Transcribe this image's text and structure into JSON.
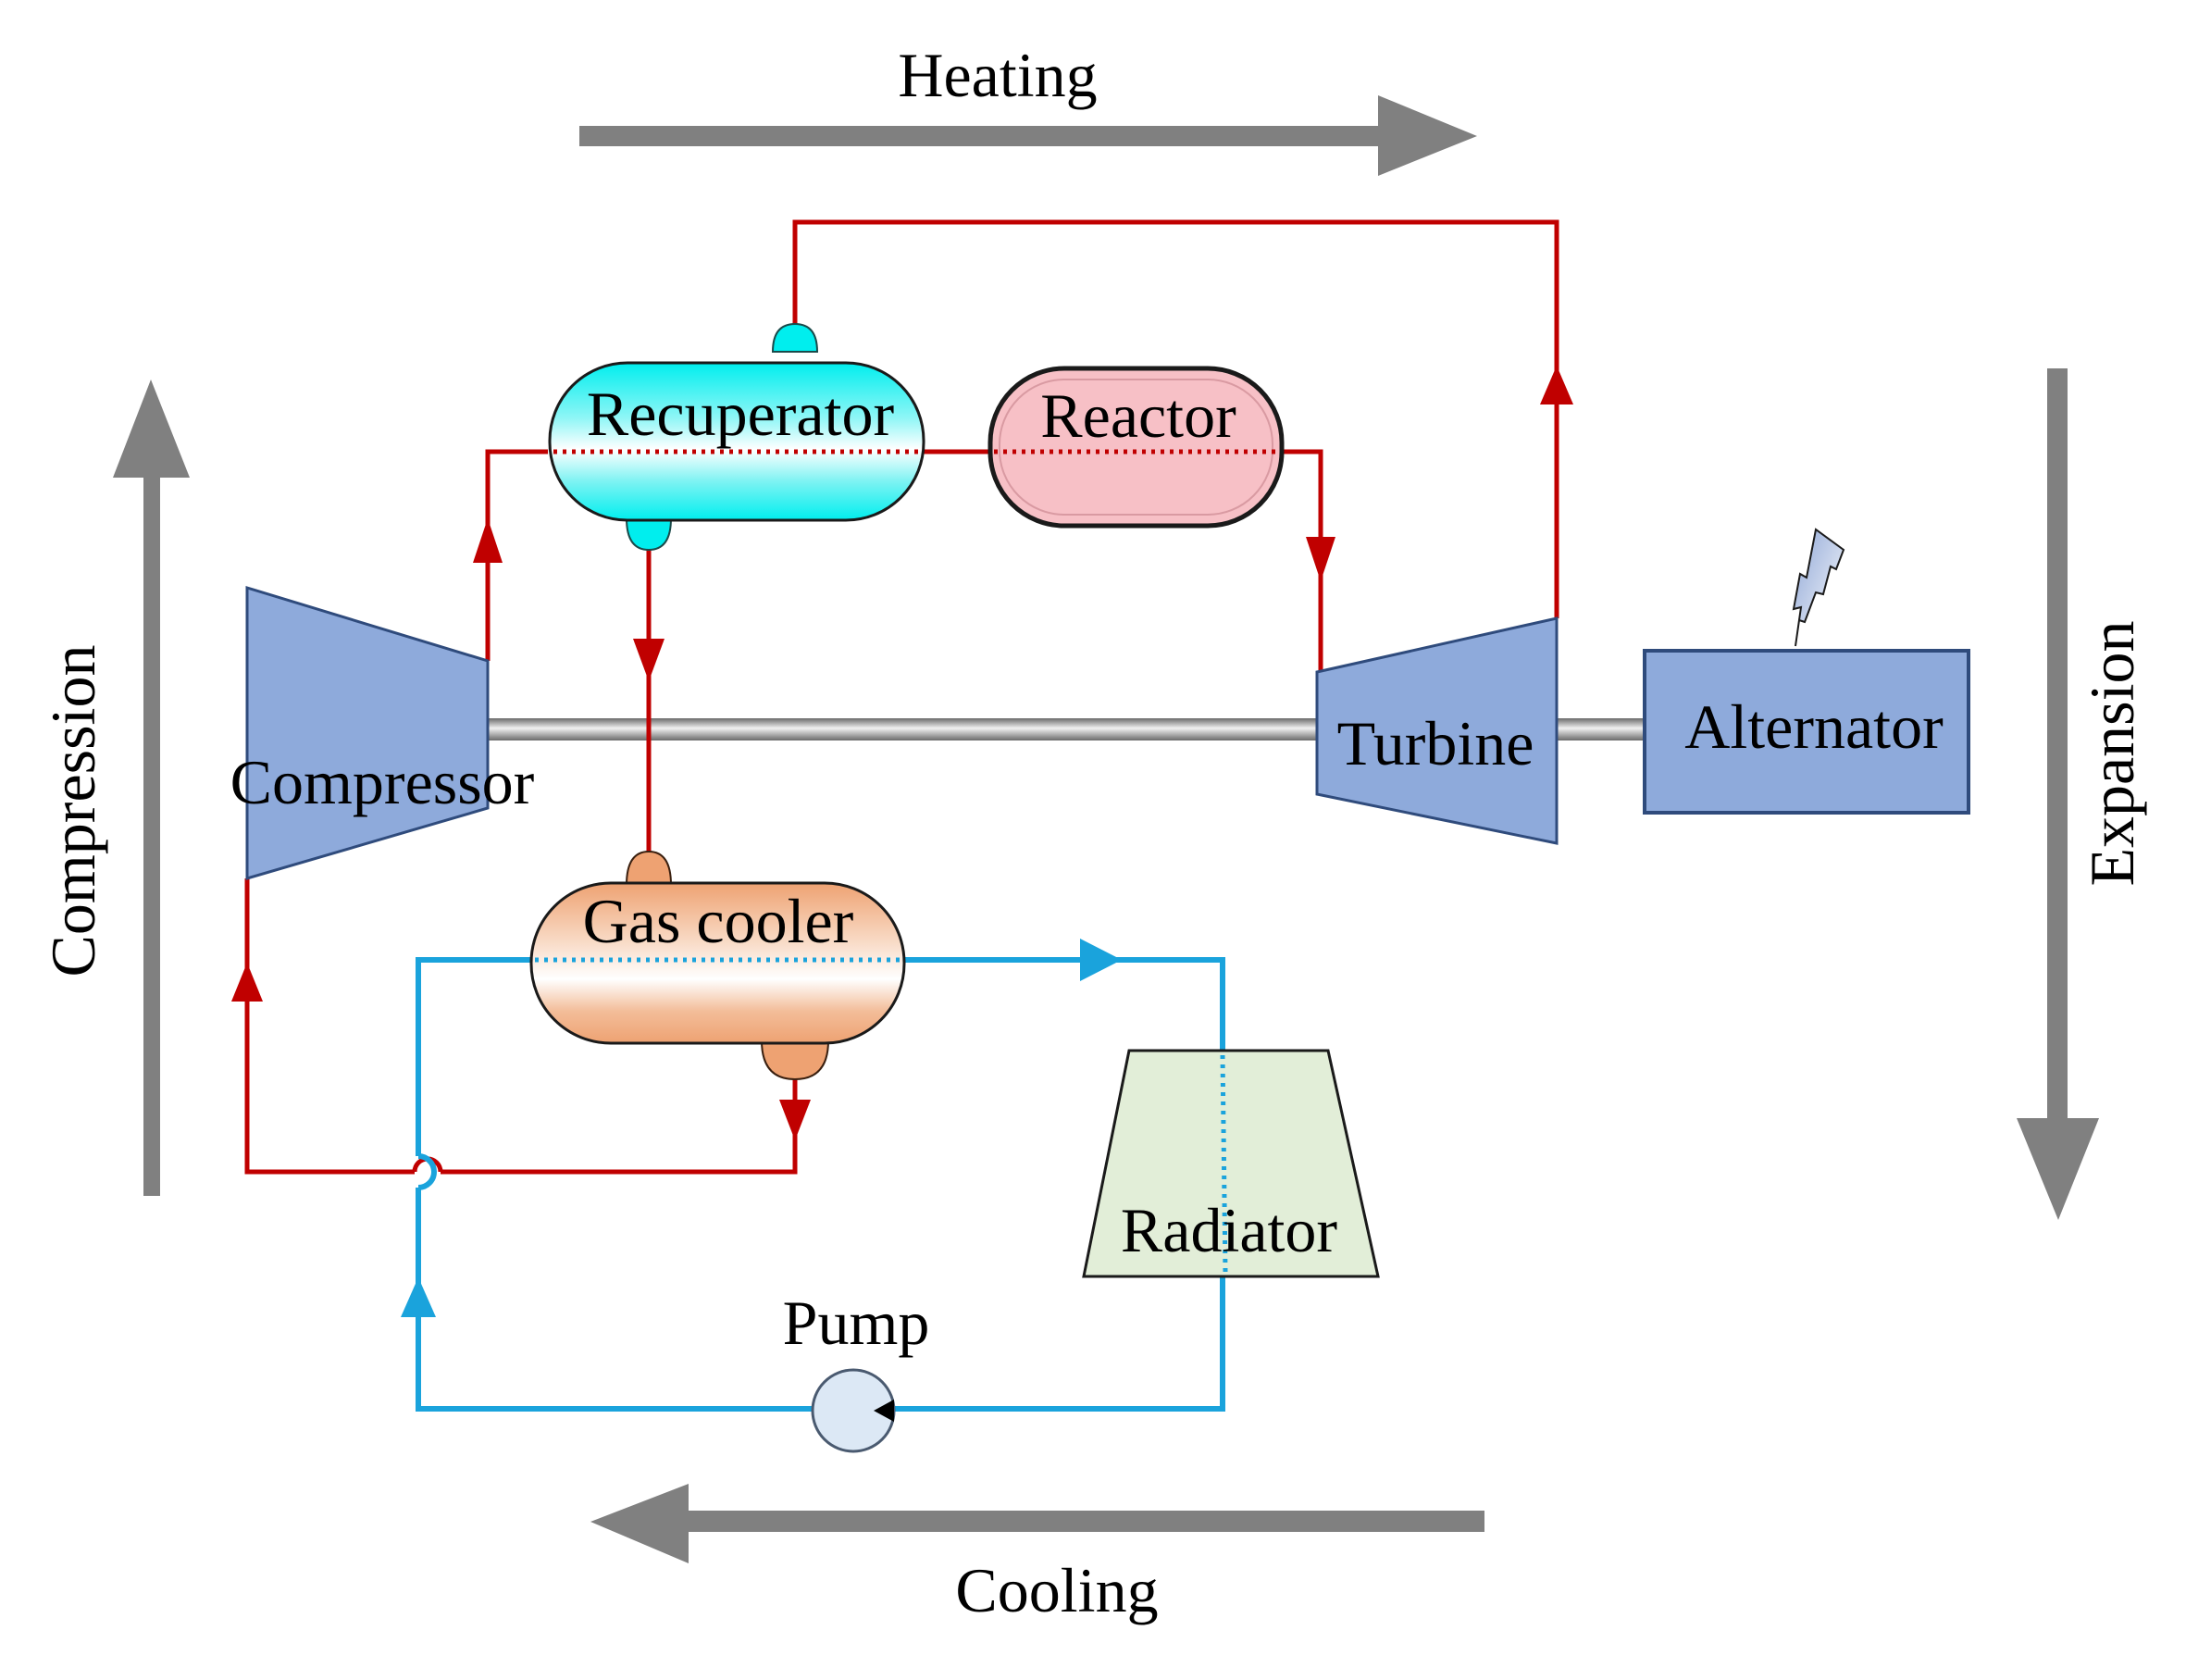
{
  "diagram": {
    "title": "Closed Brayton cycle with recuperator, gas cooler and radiator loop",
    "process_arrows": {
      "heating": "Heating",
      "expansion": "Expansion",
      "cooling": "Cooling",
      "compression": "Compression"
    },
    "components": {
      "recuperator": "Recuperator",
      "reactor": "Reactor",
      "compressor": "Compressor",
      "turbine": "Turbine",
      "alternator": "Alternator",
      "gas_cooler": "Gas cooler",
      "radiator": "Radiator",
      "pump": "Pump"
    },
    "icons": {
      "alternator_output": "lightning-bolt-icon"
    },
    "colors": {
      "hot_loop": "#c00000",
      "cold_loop": "#1aa3dc",
      "process_arrow": "#808080",
      "turbomachinery": "#8eaadb",
      "recuperator": "#00eeee",
      "reactor": "#f7c0c6",
      "gas_cooler": "#f0a878",
      "radiator": "#e2eed8",
      "pump": "#dce8f5"
    }
  }
}
